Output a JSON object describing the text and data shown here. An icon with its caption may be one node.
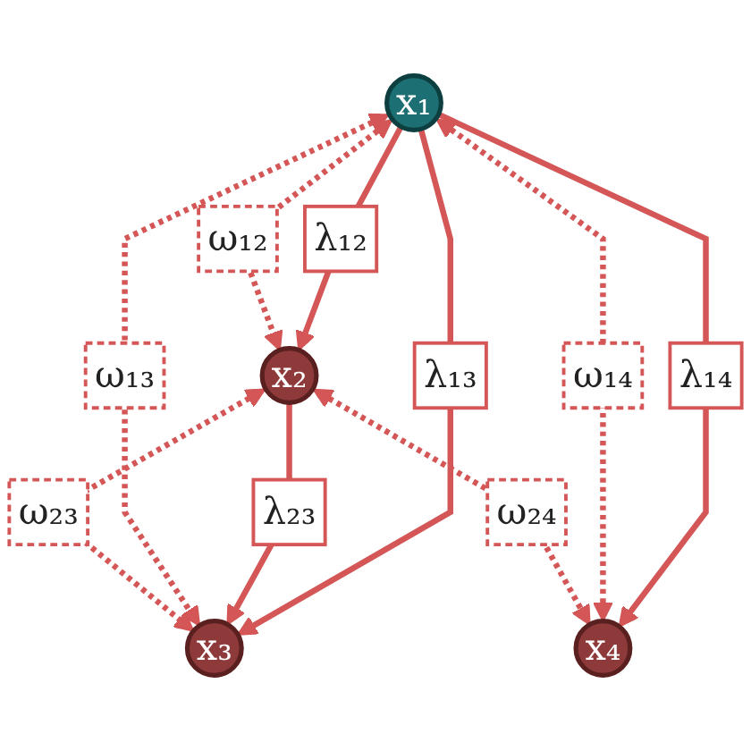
{
  "diagram": {
    "nodes": [
      {
        "text": [
          "x₁"
        ]
      },
      {
        "text": [
          "x₂"
        ]
      },
      {
        "text": [
          "x₃"
        ]
      },
      {
        "text": [
          "x₄"
        ]
      }
    ],
    "edges": [
      {
        "from": 0,
        "to": 1,
        "arrow": "to",
        "label": "λ₁₂"
      },
      {
        "from": 0,
        "to": 2,
        "arrow": "to",
        "label": "λ₁₃"
      },
      {
        "from": 0,
        "to": 3,
        "arrow": "to",
        "label": "λ₁₄"
      },
      {
        "from": 1,
        "to": 2,
        "arrow": "to",
        "label": "λ₂₃"
      },
      {
        "from": 0,
        "to": 1,
        "arrow": "both",
        "label": "ω₁₂",
        "style": "dashed"
      },
      {
        "from": 0,
        "to": 2,
        "arrow": "both",
        "label": "ω₁₃",
        "style": "dashed"
      },
      {
        "from": 0,
        "to": 3,
        "arrow": "both",
        "label": "ω₁₄",
        "style": "dashed"
      },
      {
        "from": 1,
        "to": 2,
        "arrow": "both",
        "label": "ω₂₃",
        "style": "dashed"
      },
      {
        "from": 1,
        "to": 3,
        "arrow": "both",
        "label": "ω₂₄",
        "style": "dashed"
      }
    ]
  }
}
